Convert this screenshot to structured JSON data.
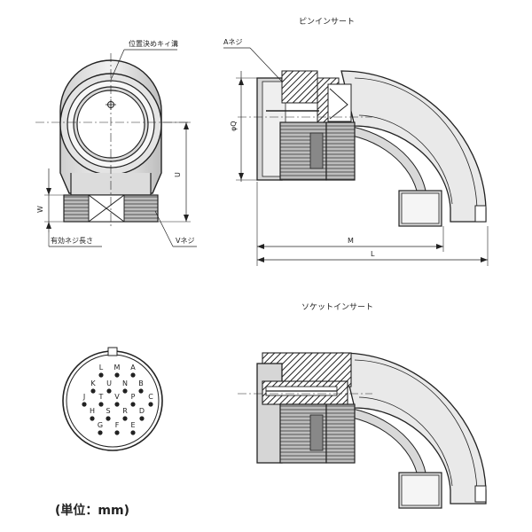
{
  "titles": {
    "pin_insert": "ピンインサート",
    "socket_insert": "ソケットインサート"
  },
  "labels": {
    "key_position": "位置決めキィ溝",
    "a_thread": "Aネジ",
    "phi_q": "φQ",
    "u": "U",
    "w": "W",
    "effective_thread_length": "有効ネジ長さ",
    "v_thread": "Vネジ",
    "m": "M",
    "l": "L"
  },
  "units": "(単位：mm)",
  "contacts": [
    {
      "id": "L"
    },
    {
      "id": "M"
    },
    {
      "id": "A"
    },
    {
      "id": "K"
    },
    {
      "id": "U"
    },
    {
      "id": "N"
    },
    {
      "id": "B"
    },
    {
      "id": "J"
    },
    {
      "id": "T"
    },
    {
      "id": "V"
    },
    {
      "id": "P"
    },
    {
      "id": "C"
    },
    {
      "id": "H"
    },
    {
      "id": "S"
    },
    {
      "id": "R"
    },
    {
      "id": "D"
    },
    {
      "id": "G"
    },
    {
      "id": "F"
    },
    {
      "id": "E"
    }
  ],
  "colors": {
    "line": "#222222",
    "body": "#e8e8e8",
    "dark": "#555555"
  }
}
